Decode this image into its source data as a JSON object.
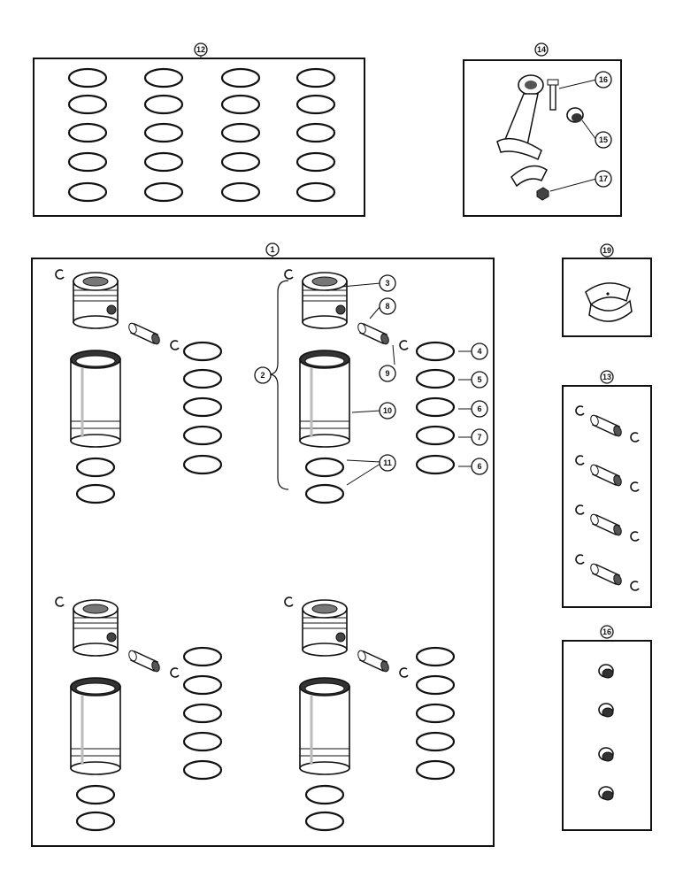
{
  "callouts": {
    "c1": "1",
    "c2": "2",
    "c3": "3",
    "c4": "4",
    "c5": "5",
    "c6a": "6",
    "c6b": "6",
    "c7": "7",
    "c8": "8",
    "c9": "9",
    "c10": "10",
    "c11": "11",
    "c12": "12",
    "c13": "13",
    "c14": "14",
    "c15": "15",
    "c16a": "16",
    "c16b": "16",
    "c17": "17",
    "c19": "19"
  },
  "kits": [
    {
      "callout": "12",
      "contents": "piston-ring-sets"
    },
    {
      "callout": "14",
      "contents": "connecting-rod-assembly"
    },
    {
      "callout": "1",
      "contents": "cylinder-sleeve-kits"
    },
    {
      "callout": "19",
      "contents": "rod-bearing"
    },
    {
      "callout": "13",
      "contents": "piston-pins-and-retainers"
    },
    {
      "callout": "16",
      "contents": "bushings"
    }
  ],
  "colors": {
    "ink": "#111111",
    "paper": "#ffffff",
    "shade": "#555555"
  }
}
